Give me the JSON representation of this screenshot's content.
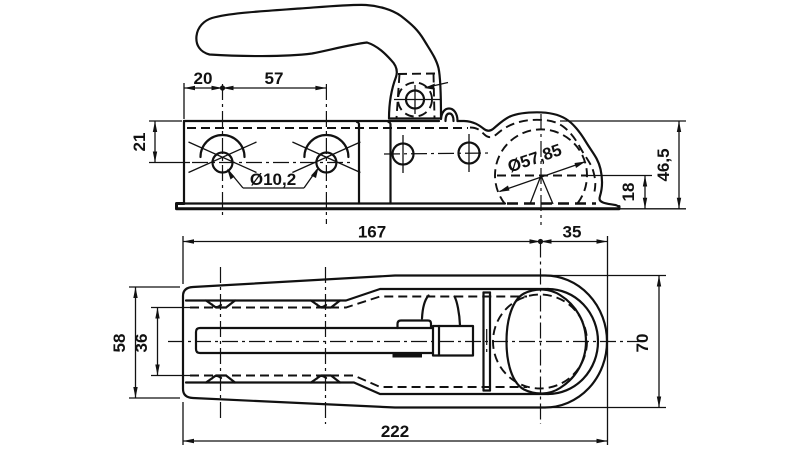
{
  "drawing": {
    "background": "#ffffff",
    "line_color": "#111111",
    "side_view": {
      "dim_hole_offset": "20",
      "dim_hole_spacing": "57",
      "dim_flange_height": "21",
      "label_hole_diameter": "Ø10,2",
      "label_ball_diameter": "Ø57,85",
      "dim_overall_height": "46,5",
      "dim_ball_center_height": "18"
    },
    "plan_view": {
      "dim_body_length": "167",
      "dim_head_length": "35",
      "dim_rear_width": "58",
      "dim_inner_width": "36",
      "dim_head_width": "70",
      "dim_overall_length": "222"
    }
  }
}
